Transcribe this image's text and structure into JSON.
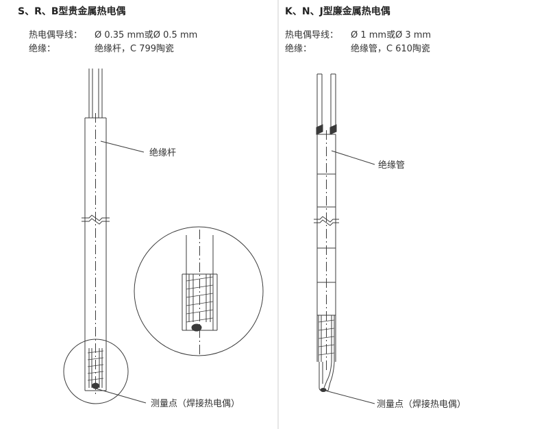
{
  "left": {
    "title": "S、R、B型贵金属热电偶",
    "wire_label": "热电偶导线：",
    "wire_value": "Ø 0.35 mm或Ø 0.5 mm",
    "insulation_label": "绝缘：",
    "insulation_value": "绝缘杆，C 799陶瓷",
    "callout_insulation": "绝缘杆",
    "callout_junction": "测量点（焊接热电偶）"
  },
  "right": {
    "title": "K、N、J型廉金属热电偶",
    "wire_label": "热电偶导线：",
    "wire_value": "Ø 1 mm或Ø 3 mm",
    "insulation_label": "绝缘：",
    "insulation_value": "绝缘管，C 610陶瓷",
    "callout_insulation": "绝缘管",
    "callout_junction": "测量点（焊接热电偶）"
  },
  "colors": {
    "line": "#3a3a3a",
    "divider": "#e6e6e6",
    "text": "#222222"
  }
}
